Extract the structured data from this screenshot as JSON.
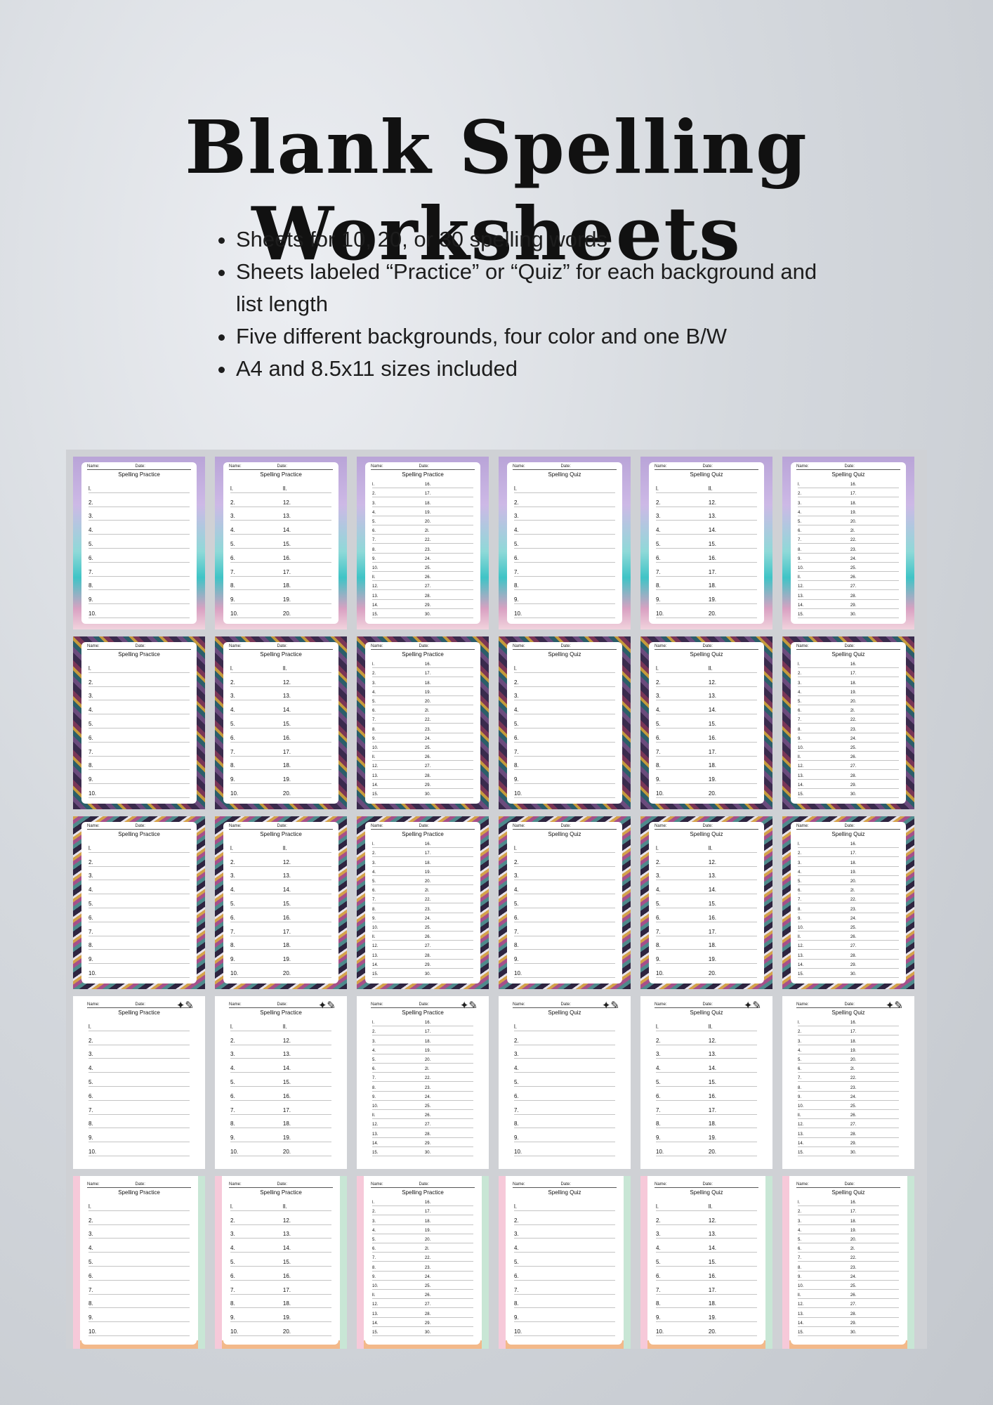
{
  "title": "Blank Spelling Worksheets",
  "bullets": [
    "Sheets for 10, 20, or 30 spelling words",
    "Sheets labeled “Practice” or “Quiz” for each background and list length",
    "Five different backgrounds, four color and one B/W",
    "A4 and 8.5x11 sizes included"
  ],
  "sheet_labels": {
    "name": "Name:",
    "date": "Date:",
    "practice": "Spelling Practice",
    "quiz": "Spelling Quiz"
  },
  "columns": [
    {
      "kind": "practice",
      "count": 10
    },
    {
      "kind": "practice",
      "count": 20
    },
    {
      "kind": "practice",
      "count": 30
    },
    {
      "kind": "quiz",
      "count": 10
    },
    {
      "kind": "quiz",
      "count": 20
    },
    {
      "kind": "quiz",
      "count": 30
    }
  ],
  "backgrounds": [
    "watercolor-pastel",
    "doodle-dark",
    "doodle-colorful",
    "black-white-star",
    "floral-border"
  ],
  "number_labels": {
    "1": "l.",
    "2": "2.",
    "3": "3.",
    "4": "4.",
    "5": "5.",
    "6": "6.",
    "7": "7.",
    "8": "8.",
    "9": "9.",
    "10": "10.",
    "11": "ll.",
    "12": "12.",
    "13": "13.",
    "14": "14.",
    "15": "15.",
    "16": "16.",
    "17": "17.",
    "18": "18.",
    "19": "19.",
    "20": "20.",
    "21": "2l.",
    "22": "22.",
    "23": "23.",
    "24": "24.",
    "25": "25.",
    "26": "26.",
    "27": "27.",
    "28": "28.",
    "29": "29.",
    "30": "30."
  }
}
